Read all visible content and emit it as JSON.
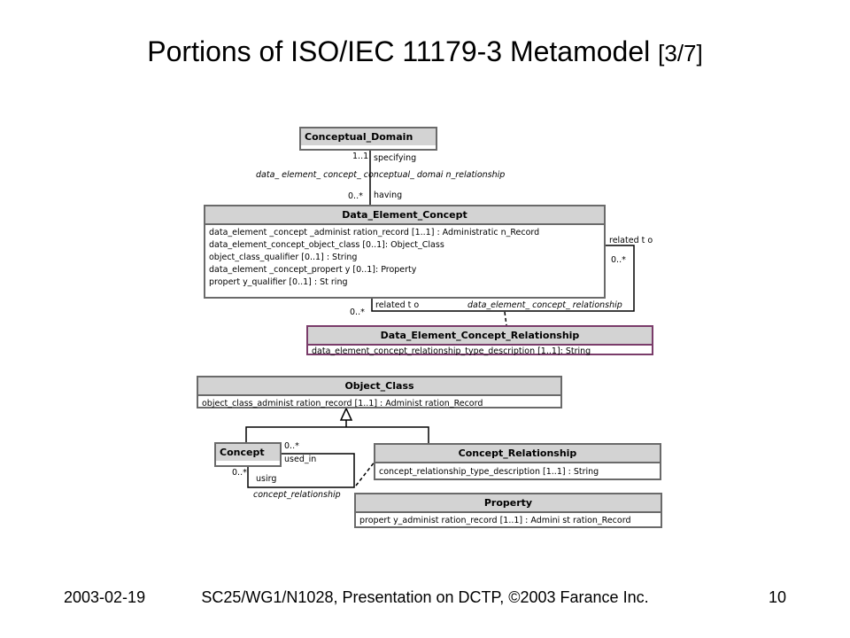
{
  "title": {
    "main": "Portions of ISO/IEC 11179-3 Metamodel",
    "part": "[3/7]"
  },
  "footer": {
    "date": "2003-02-19",
    "center": "SC25/WG1/N1028, Presentation on DCTP, ©2003 Farance Inc.",
    "page": "10"
  },
  "diagram": {
    "conceptual_domain": {
      "name": "Conceptual_Domain"
    },
    "data_element_concept": {
      "name": "Data_Element_Concept",
      "attributes": [
        "data_element _concept _administ ration_record [1..1] : Administratic n_Record",
        "data_element_concept_object_class [0..1]: Object_Class",
        "object_class_qualifier [0..1] : String",
        "data_element _concept_propert y [0..1]: Property",
        "propert y_qualifier [0..1] : St ring"
      ]
    },
    "de_concept_relationship": {
      "name": "Data_Element_Concept_Relationship",
      "attributes": [
        "data_element_concept_relationship_type_description [1..1]: String"
      ]
    },
    "object_class": {
      "name": "Object_Class",
      "attributes": [
        "object_class_administ ration_record [1..1] : Administ ration_Record"
      ]
    },
    "concept": {
      "name": "Concept"
    },
    "concept_relationship": {
      "name": "Concept_Relationship",
      "attributes": [
        "concept_relationship_type_description [1..1] : String"
      ]
    },
    "property": {
      "name": "Property",
      "attributes": [
        "propert y_administ ration_record [1..1] : Admini st ration_Record"
      ]
    },
    "labels": {
      "mult_1_1": "1..1",
      "specifying": "specifying",
      "decd_assoc": "data_ element_ concept_ conceptual_ domai n_relationship",
      "mult_0_star_a": "0..*",
      "having": "having",
      "related_to_right": "related t o",
      "mult_0_star_b": "0..*",
      "mult_0_star_c": "0..*",
      "related_to_bottom": "related t o",
      "dec_rel_assoc": "data_element_ concept_ relationship",
      "mult_0_star_d": "0..*",
      "used_in": "used_in",
      "mult_0_star_e": "0..*",
      "using": "usirg",
      "concept_rel_assoc": "concept_relationship"
    }
  }
}
